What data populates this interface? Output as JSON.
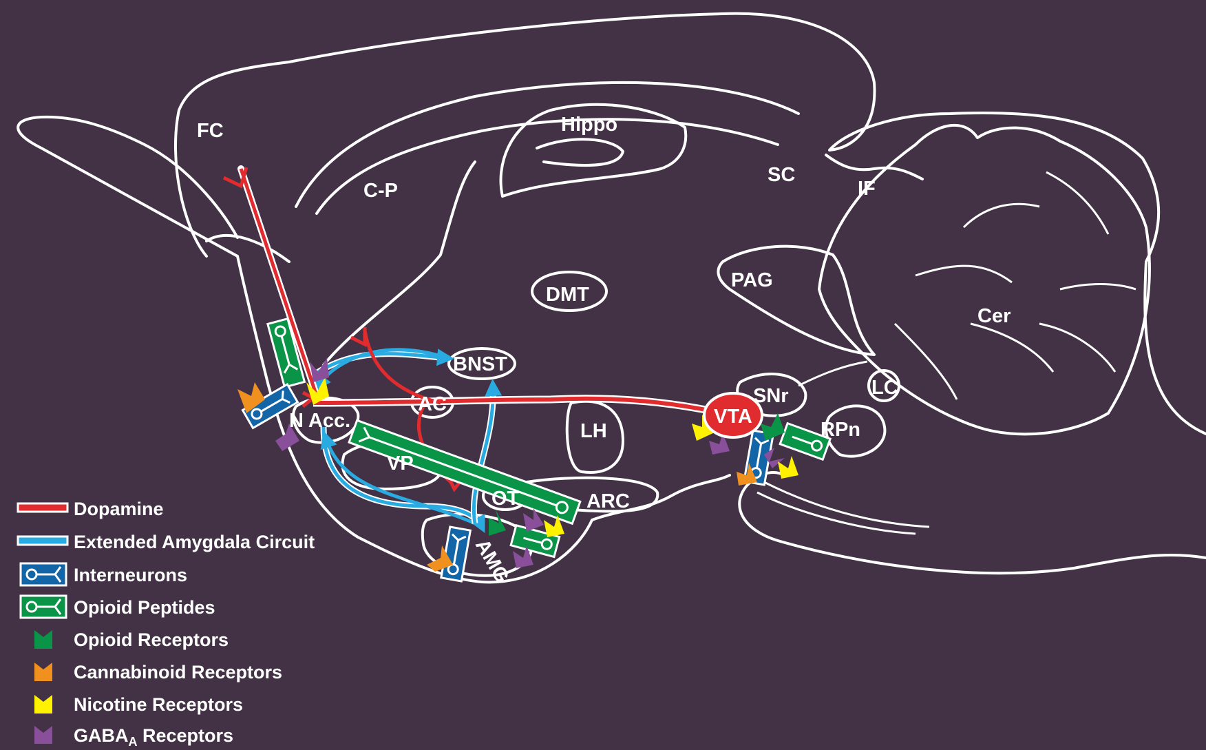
{
  "colors": {
    "background": "#433245",
    "outline": "#ffffff",
    "dopamine": "#e02b2f",
    "extended_amygdala": "#29abe2",
    "interneuron": "#1266a8",
    "opioid_peptide": "#0a9447",
    "opioid_receptor": "#0a9447",
    "cannabinoid_receptor": "#f0901e",
    "nicotine_receptor": "#fff200",
    "gaba_a_receptor": "#8a4f9a",
    "vta_fill": "#e02b2f"
  },
  "regions": {
    "fc": "FC",
    "cp": "C-P",
    "hippo": "Hippo",
    "sc": "SC",
    "if": "IF",
    "dmt": "DMT",
    "pag": "PAG",
    "cer": "Cer",
    "bnst": "BNST",
    "ac": "AC",
    "n_acc": "N Acc.",
    "lh": "LH",
    "vta": "VTA",
    "snr": "SNr",
    "lc": "LC",
    "rpn": "RPn",
    "vp": "VP",
    "ot": "OT",
    "arc": "ARC",
    "amg": "AMG"
  },
  "legend": {
    "dopamine": "Dopamine",
    "extended_amygdala": "Extended Amygdala Circuit",
    "interneurons": "Interneurons",
    "opioid_peptides": "Opioid Peptides",
    "opioid_receptors": "Opioid Receptors",
    "cannabinoid_receptors": "Cannabinoid Receptors",
    "nicotine_receptors": "Nicotine Receptors",
    "gaba_main": "GABA",
    "gaba_sub": "A",
    "gaba_rest": " Receptors"
  },
  "icons": {
    "interneuron": "interneuron-icon",
    "opioid_peptide": "opioid-peptide-icon",
    "receptor": "receptor-chevron-icon"
  }
}
